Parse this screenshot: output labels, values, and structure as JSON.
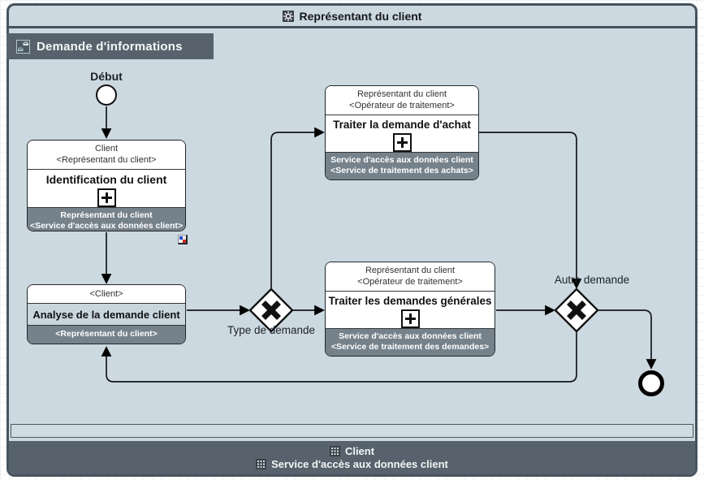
{
  "colors": {
    "pool_bg": "#ccd9e0",
    "band_dark": "#57626c",
    "task_footer_gray": "#76828b",
    "frame_border": "#47535d",
    "shape_stroke": "#111111",
    "badge_blue": "#2b4fd8",
    "badge_red": "#d42a2a"
  },
  "header": {
    "title": "Représentant du client"
  },
  "pool_tab": {
    "label": "Demande d'informations"
  },
  "bottom_bar": {
    "lines": [
      {
        "label": "Client"
      },
      {
        "label": "Service d'accès aux données client"
      }
    ]
  },
  "nodes": {
    "start_event": {
      "label": "Début"
    },
    "task_identification": {
      "org_lines": [
        "Client",
        "<Représentant du client>"
      ],
      "title": "Identification du client",
      "service_lines": [
        "Représentant du client",
        "<Service d'accès aux données client>"
      ]
    },
    "task_analyse": {
      "org_lines": [
        "<Client>"
      ],
      "title": "Analyse de la demande client",
      "service_lines": [
        "<Représentant du client>"
      ]
    },
    "gateway_type": {
      "label": "Type de demande",
      "type": "xor"
    },
    "task_achat": {
      "org_lines": [
        "Représentant du client",
        "<Opérateur de traitement>"
      ],
      "title": "Traiter la demande d'achat",
      "service_lines": [
        "Service d'accès aux données client",
        "<Service de traitement des achats>"
      ]
    },
    "task_generales": {
      "org_lines": [
        "Représentant du client",
        "<Opérateur de traitement>"
      ],
      "title": "Traiter les demandes générales",
      "service_lines": [
        "Service d'accès aux données client",
        "<Service de traitement des demandes>"
      ]
    },
    "gateway_autre": {
      "label": "Autre demande",
      "type": "xor"
    }
  }
}
